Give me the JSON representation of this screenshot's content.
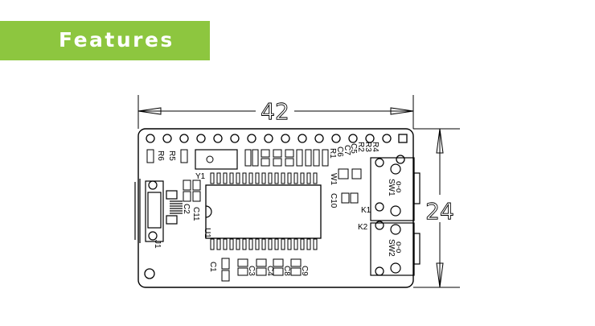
{
  "banner": {
    "title": "Features",
    "color": "#8dc63f"
  },
  "dimensions": {
    "width": "42",
    "height": "24"
  },
  "labels": {
    "r6": "R6",
    "r5": "R5",
    "y1": "Y1",
    "c11": "C11",
    "c2": "C2",
    "j1": "J1",
    "u1": "U1",
    "c1": "C1",
    "c3": "C3",
    "c4": "C4",
    "c8": "C8",
    "c9": "C9",
    "w1": "W1",
    "c10": "C10",
    "r1": "R1",
    "c6": "C6",
    "c7": "C7",
    "c5": "C5",
    "r2": "R2",
    "r3": "R3",
    "r4": "R4",
    "k1": "K1",
    "k2": "K2",
    "sw1": "SW1",
    "sw2": "SW2"
  }
}
